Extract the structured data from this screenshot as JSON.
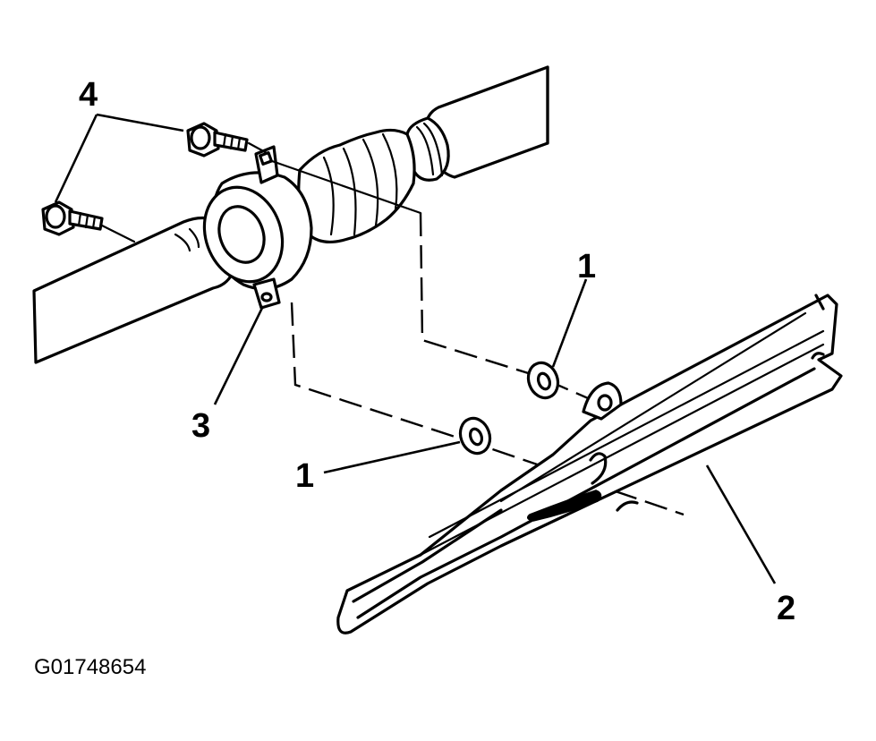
{
  "diagram": {
    "callouts": {
      "washer_upper": "1",
      "washer_lower": "1",
      "crossmember": "2",
      "bearing_bracket": "3",
      "bolts": "4"
    },
    "figure_id": "G01748654"
  }
}
